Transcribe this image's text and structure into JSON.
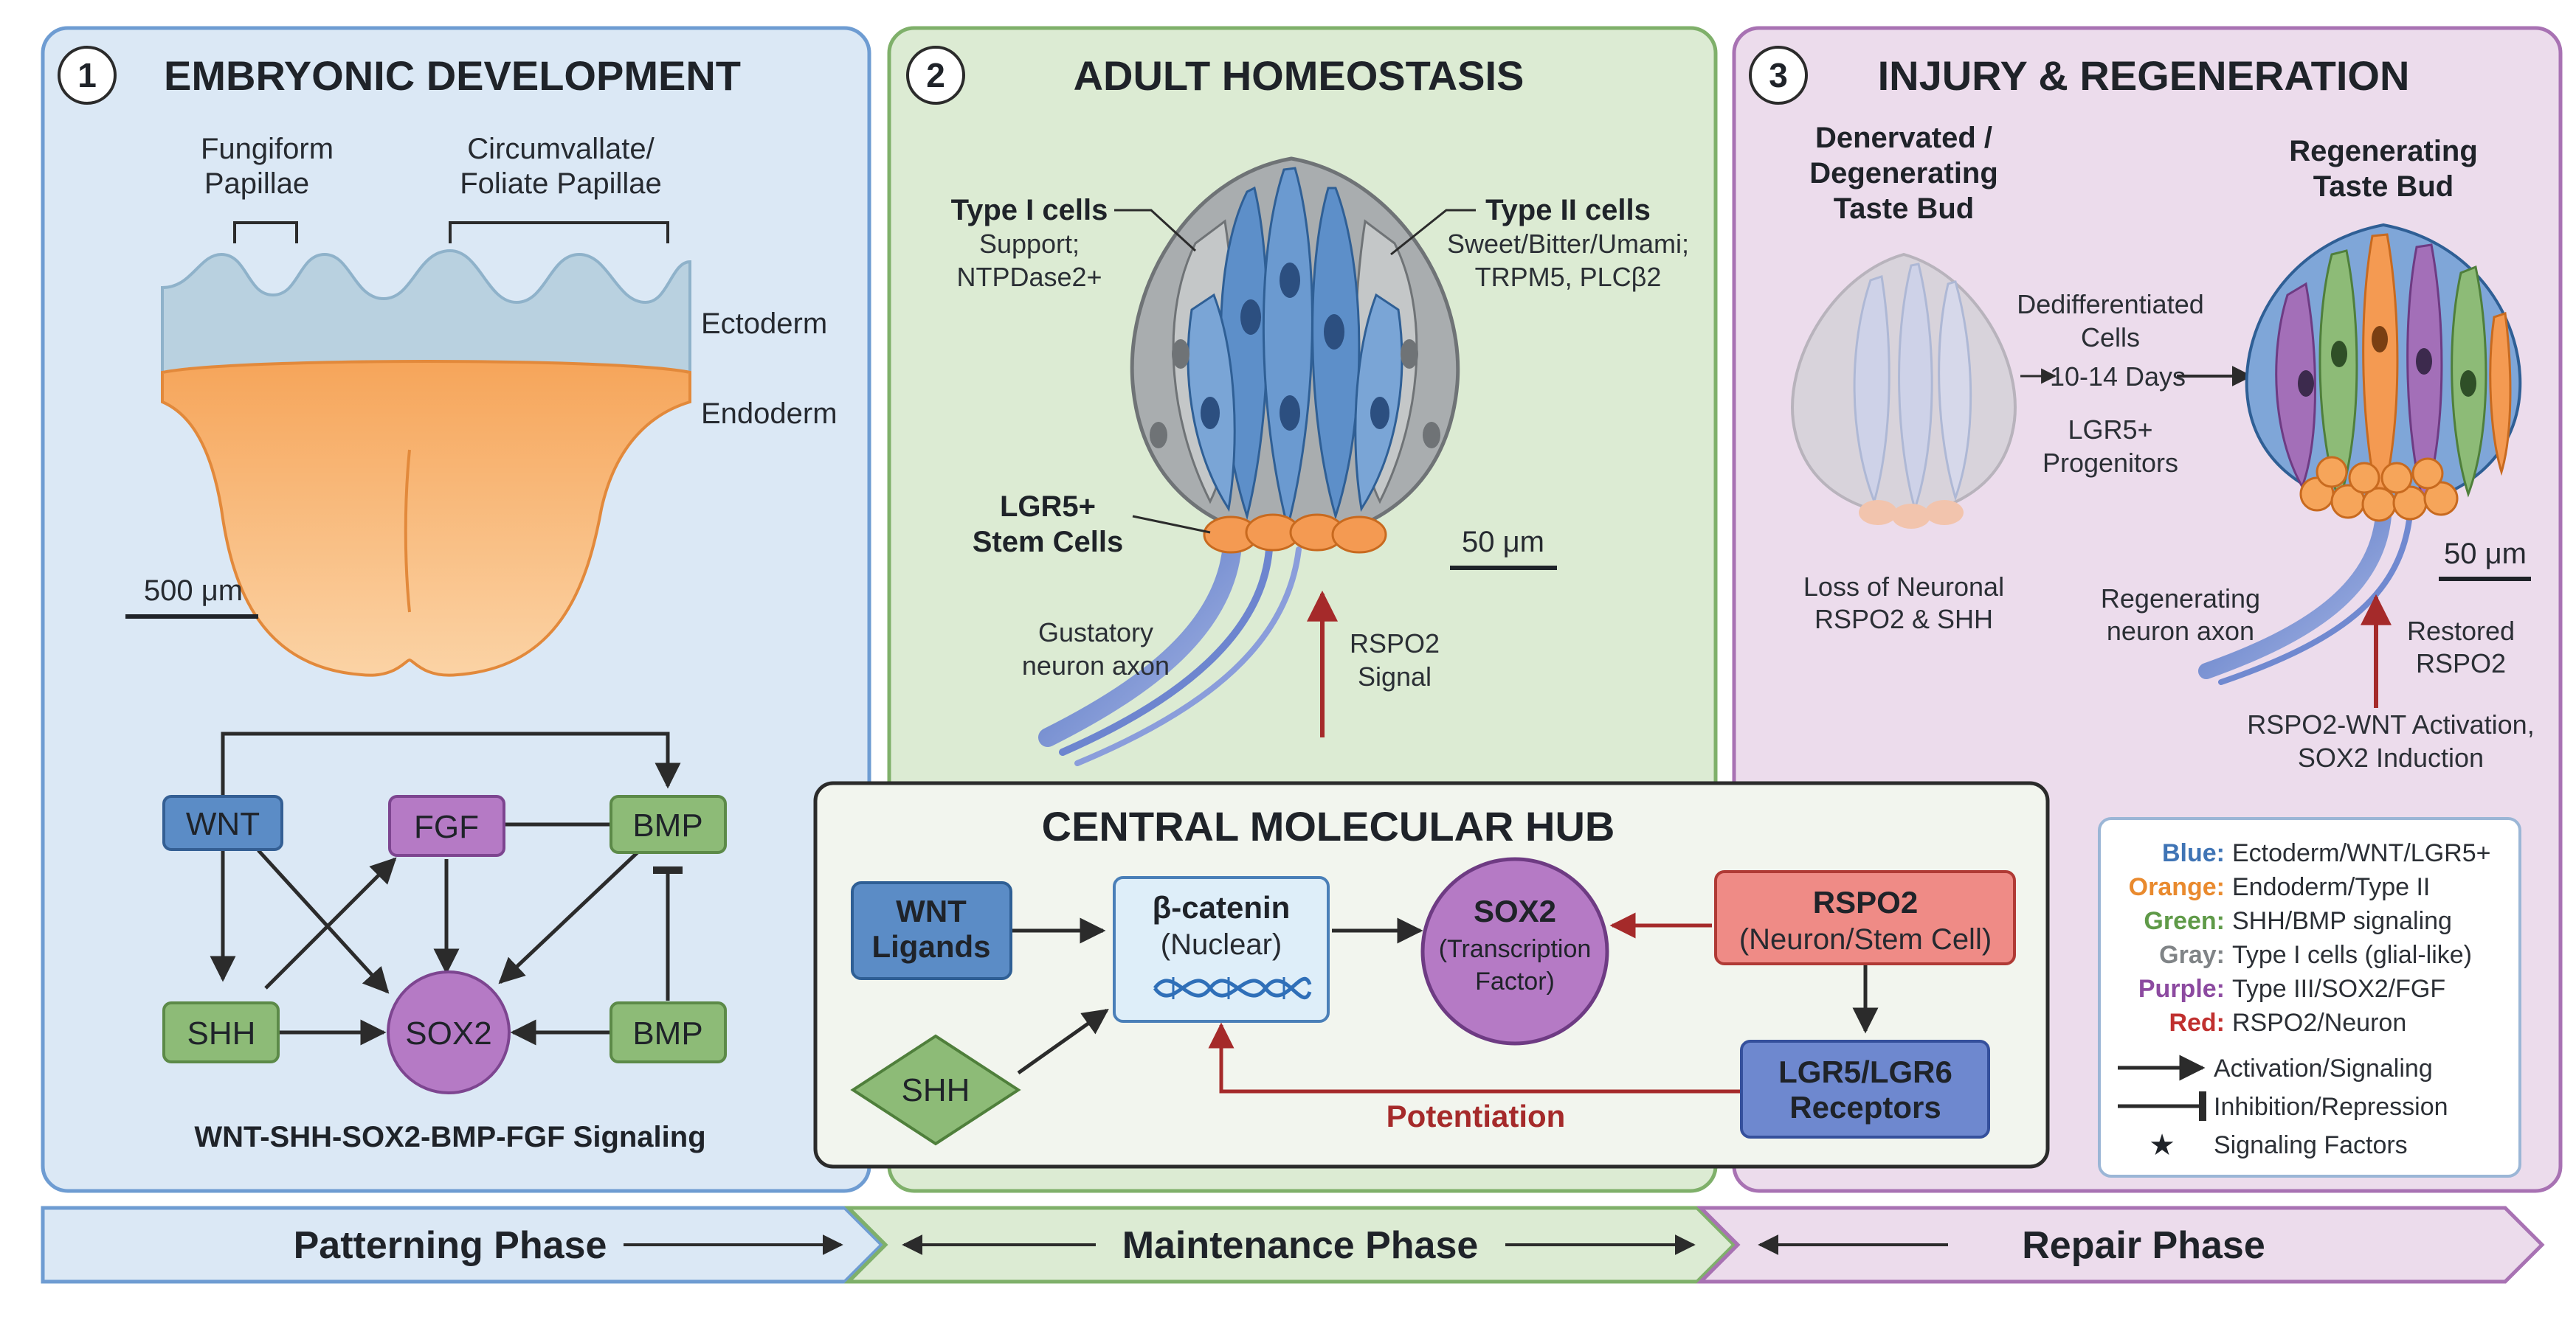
{
  "panels": {
    "p1": {
      "number": "1",
      "title": "EMBRYONIC DEVELOPMENT"
    },
    "p2": {
      "number": "2",
      "title": "ADULT HOMEOSTASIS"
    },
    "p3": {
      "number": "3",
      "title": "INJURY & REGENERATION"
    }
  },
  "embryo": {
    "fungiform_l1": "Fungiform",
    "fungiform_l2": "Papillae",
    "circum_l1": "Circumvallate/",
    "circum_l2": "Foliate Papillae",
    "ectoderm": "Ectoderm",
    "endoderm": "Endoderm",
    "scale": "500 μm"
  },
  "network": {
    "wnt": "WNT",
    "fgf": "FGF",
    "bmp_top": "BMP",
    "shh": "SHH",
    "sox2": "SOX2",
    "bmp_bottom": "BMP",
    "caption": "WNT-SHH-SOX2-BMP-FGF Signaling"
  },
  "homeostasis": {
    "type1_title": "Type I cells",
    "type1_l1": "Support;",
    "type1_l2": "NTPDase2+",
    "type2_title": "Type II cells",
    "type2_l1": "Sweet/Bitter/Umami;",
    "type2_l2": "TRPM5, PLCβ2",
    "lgr5_l1": "LGR5+",
    "lgr5_l2": "Stem Cells",
    "scale": "50 μm",
    "gustatory_l1": "Gustatory",
    "gustatory_l2": "neuron axon",
    "rspo2_l1": "RSPO2",
    "rspo2_l2": "Signal"
  },
  "regeneration": {
    "denervated_l1": "Denervated /",
    "denervated_l2": "Degenerating",
    "denervated_l3": "Taste Bud",
    "regen_l1": "Regenerating",
    "regen_l2": "Taste Bud",
    "dediff_l1": "Dedifferentiated",
    "dediff_l2": "Cells",
    "days": "10-14 Days",
    "lgr5_l1": "LGR5+",
    "lgr5_l2": "Progenitors",
    "loss_l1": "Loss of Neuronal",
    "loss_l2": "RSPO2 & SHH",
    "axon_l1": "Regenerating",
    "axon_l2": "neuron axon",
    "scale": "50 μm",
    "restored_l1": "Restored",
    "restored_l2": "RSPO2",
    "activation_l1": "RSPO2-WNT Activation,",
    "activation_l2": "SOX2 Induction"
  },
  "hub": {
    "title": "CENTRAL MOLECULAR HUB",
    "wnt_l1": "WNT",
    "wnt_l2": "Ligands",
    "bcat_l1": "β-catenin",
    "bcat_l2": "(Nuclear)",
    "sox2": "SOX2",
    "sox2_l2": "(Transcription",
    "sox2_l3": "Factor)",
    "rspo2": "RSPO2",
    "rspo2_l2": "(Neuron/Stem Cell)",
    "shh": "SHH",
    "lgr_l1": "LGR5/LGR6",
    "lgr_l2": "Receptors",
    "potentiation": "Potentiation"
  },
  "legend": {
    "items": [
      {
        "key": "Blue:",
        "text": "Ectoderm/WNT/LGR5+",
        "color": "#3f74b5"
      },
      {
        "key": "Orange:",
        "text": "Endoderm/Type II",
        "color": "#e98a2e"
      },
      {
        "key": "Green:",
        "text": "SHH/BMP signaling",
        "color": "#5f9a48"
      },
      {
        "key": "Gray:",
        "text": "Type I cells (glial-like)",
        "color": "#808487"
      },
      {
        "key": "Purple:",
        "text": "Type III/SOX2/FGF",
        "color": "#8c4aa0"
      },
      {
        "key": "Red:",
        "text": "RSPO2/Neuron",
        "color": "#c0302f"
      }
    ],
    "activation": "Activation/Signaling",
    "inhibition": "Inhibition/Repression",
    "factors": "Signaling Factors"
  },
  "phases": {
    "patterning": "Patterning Phase",
    "maintenance": "Maintenance Phase",
    "repair": "Repair Phase"
  },
  "colors": {
    "panel1_bg": "#dbe8f5",
    "panel2_bg": "#dcebd3",
    "panel3_bg": "#ecdcec",
    "blue_node": "#5b8cc6",
    "green_node": "#8dbb77",
    "purple_node": "#b57ac5",
    "red_node": "#ef8b86"
  }
}
